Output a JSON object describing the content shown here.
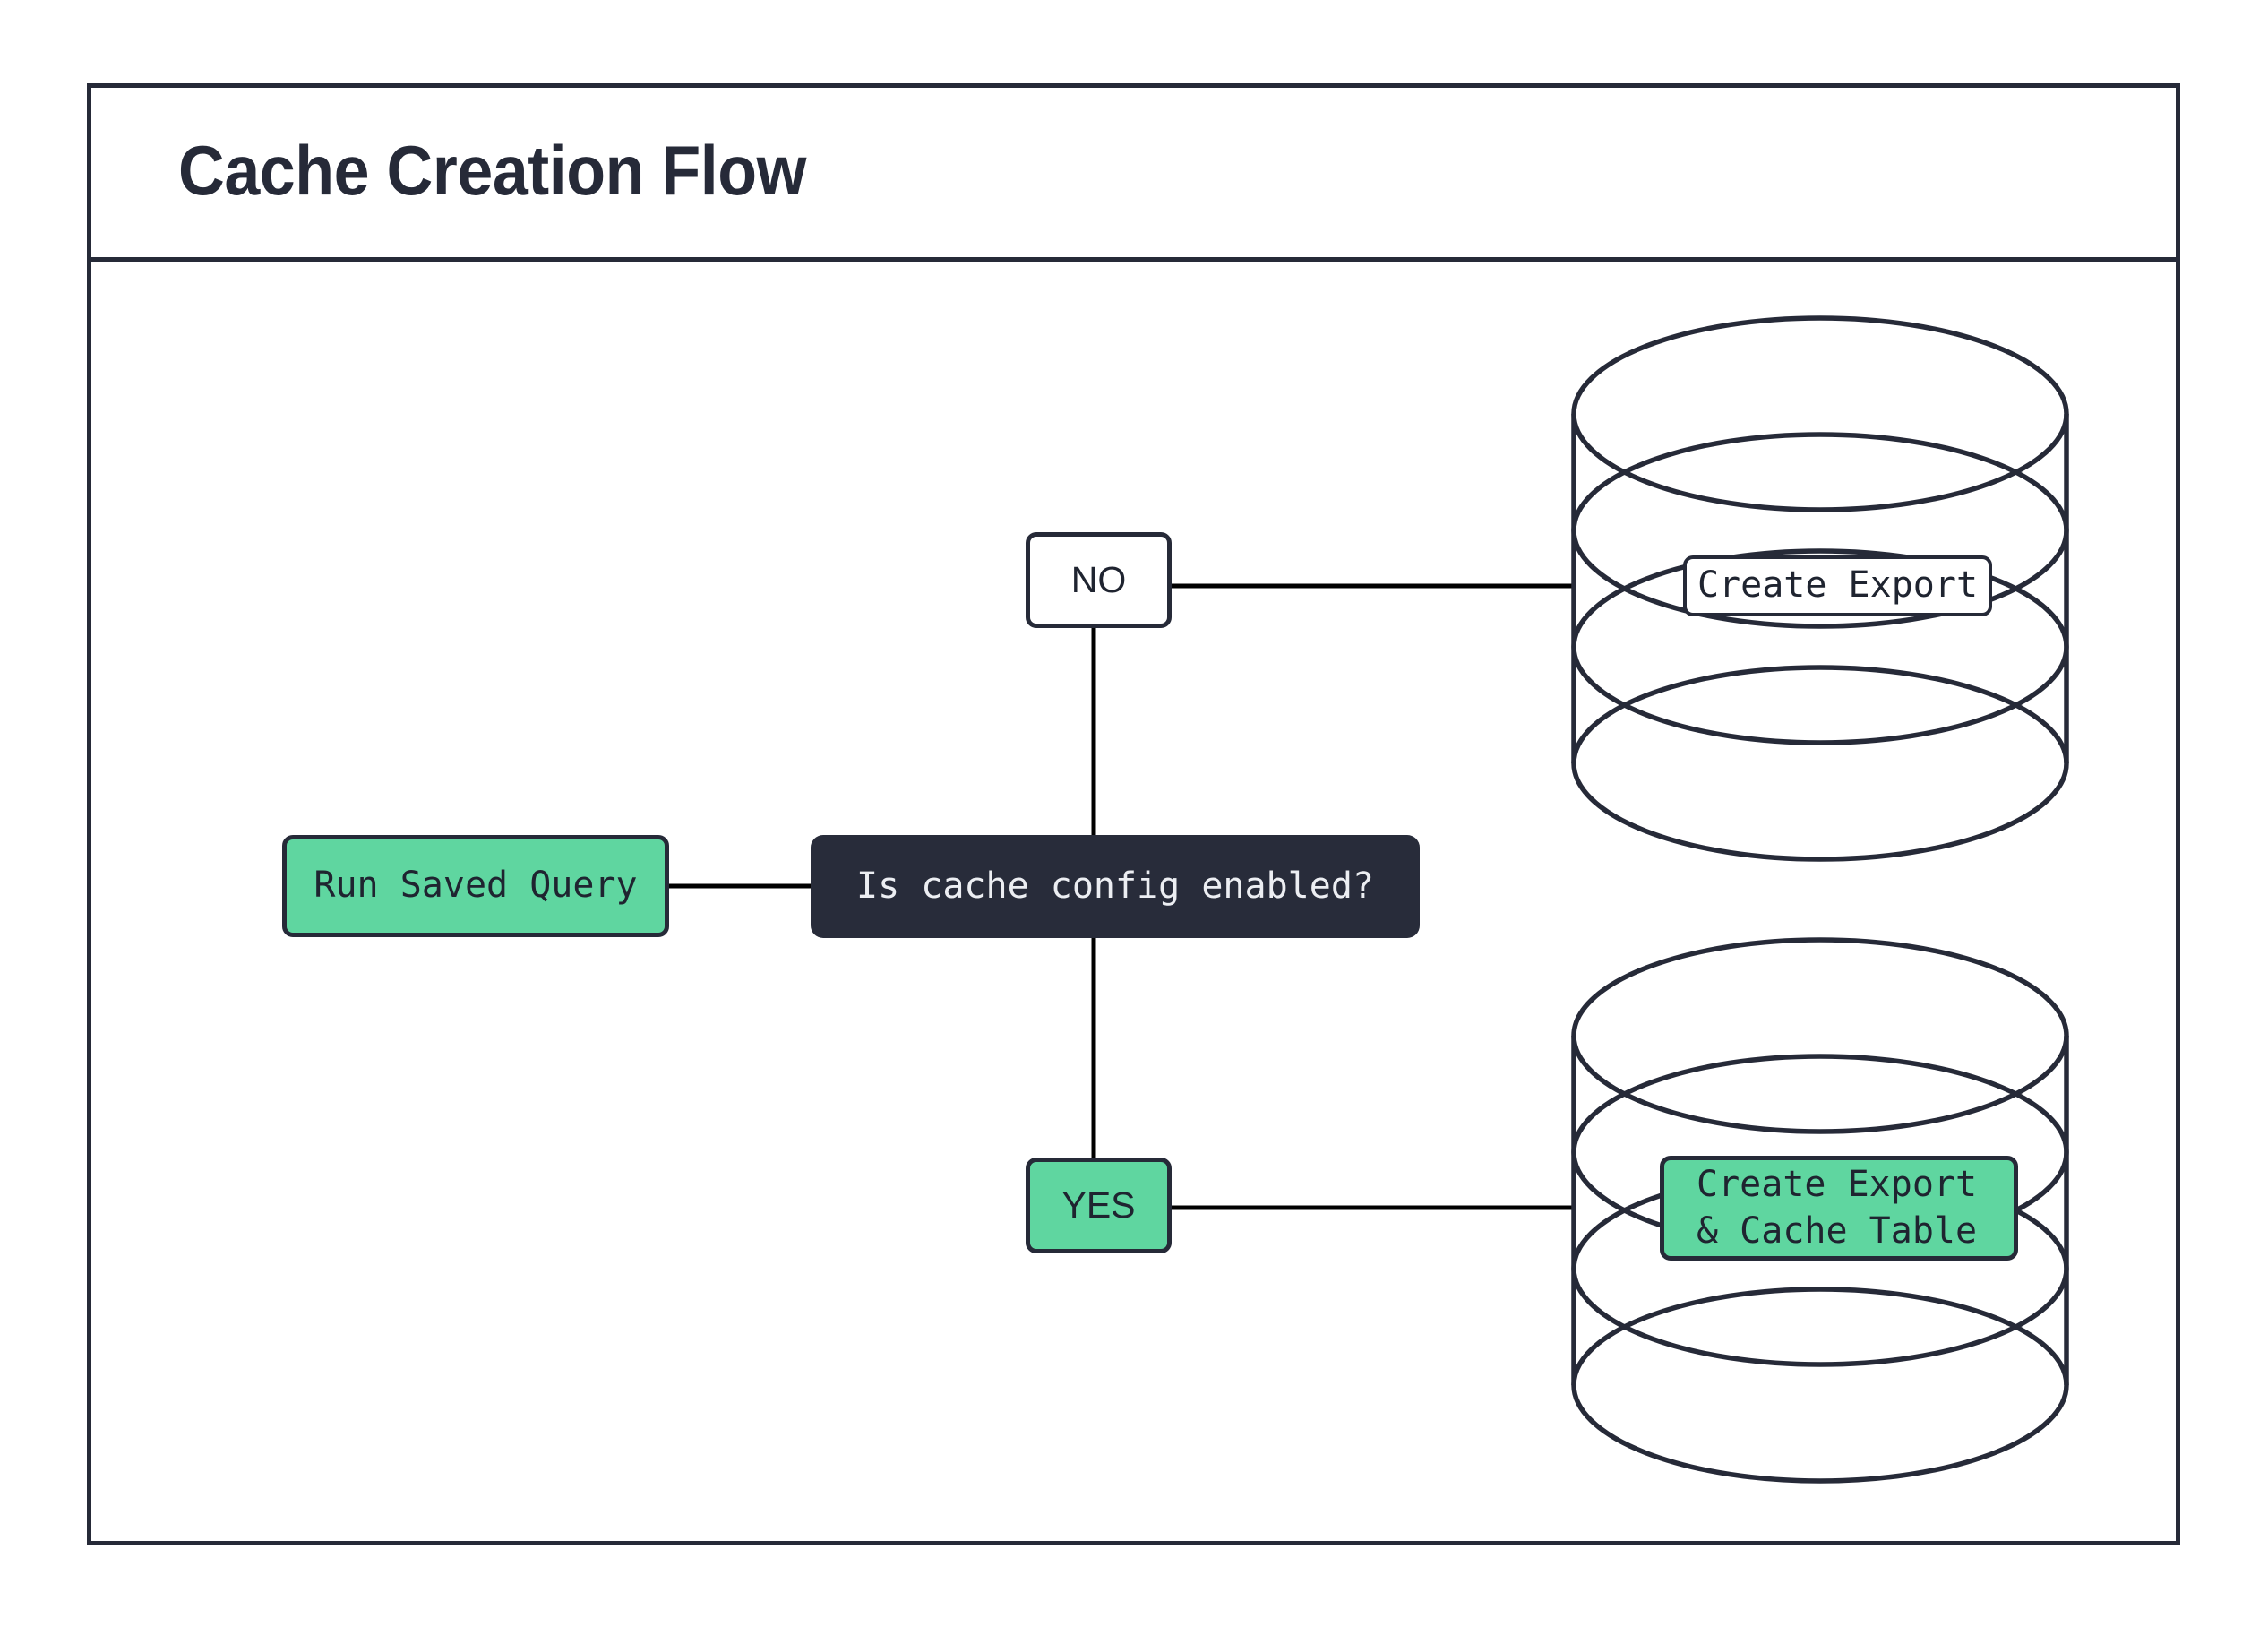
{
  "diagram": {
    "title": "Cache Creation Flow",
    "colors": {
      "accent_green": "#5fd6a0",
      "dark": "#262a38",
      "decision_fill": "#282c3a",
      "edge": "#000000",
      "background": "#ffffff"
    },
    "nodes": [
      {
        "id": "run-saved-query",
        "label": "Run Saved Query",
        "shape": "rounded-rect",
        "style": "green"
      },
      {
        "id": "decision",
        "label": "Is cache config enabled?",
        "shape": "rounded-rect",
        "style": "dark"
      },
      {
        "id": "branch-no",
        "label": "NO",
        "shape": "rounded-rect",
        "style": "white"
      },
      {
        "id": "branch-yes",
        "label": "YES",
        "shape": "rounded-rect",
        "style": "green"
      },
      {
        "id": "database-top",
        "label": "",
        "shape": "cylinder",
        "style": "outline"
      },
      {
        "id": "database-bottom",
        "label": "",
        "shape": "cylinder",
        "style": "outline"
      },
      {
        "id": "create-export",
        "label": "Create Export",
        "shape": "rounded-rect",
        "style": "white"
      },
      {
        "id": "create-export-cache",
        "label_line1": "Create Export",
        "label_line2": "& Cache Table",
        "shape": "rounded-rect",
        "style": "green"
      }
    ],
    "edges": [
      {
        "from": "run-saved-query",
        "to": "decision",
        "label": ""
      },
      {
        "from": "decision",
        "to": "branch-no",
        "label": "NO"
      },
      {
        "from": "decision",
        "to": "branch-yes",
        "label": "YES"
      },
      {
        "from": "branch-no",
        "to": "database-top",
        "label": ""
      },
      {
        "from": "branch-yes",
        "to": "database-bottom",
        "label": ""
      }
    ]
  }
}
